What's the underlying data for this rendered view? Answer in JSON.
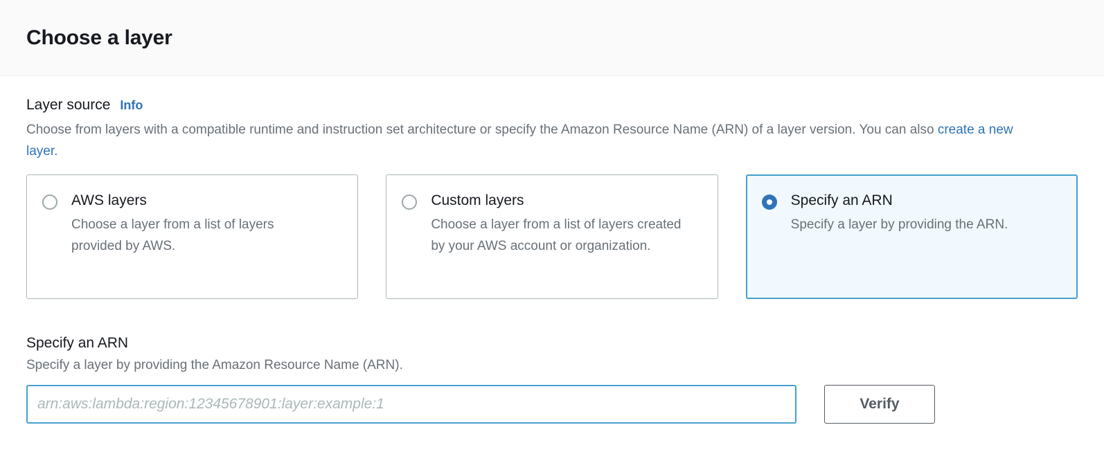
{
  "header": {
    "title": "Choose a layer"
  },
  "layer_source": {
    "label": "Layer source",
    "info_link": "Info",
    "description_part1": "Choose from layers with a compatible runtime and instruction set architecture or specify the Amazon Resource Name (ARN) of a layer version. You can also ",
    "description_link": "create a new layer",
    "description_part2": ".",
    "options": [
      {
        "title": "AWS layers",
        "description": "Choose a layer from a list of layers provided by AWS.",
        "selected": false
      },
      {
        "title": "Custom layers",
        "description": "Choose a layer from a list of layers created by your AWS account or organization.",
        "selected": false
      },
      {
        "title": "Specify an ARN",
        "description": "Specify a layer by providing the ARN.",
        "selected": true
      }
    ]
  },
  "arn_section": {
    "heading": "Specify an ARN",
    "subtext": "Specify a layer by providing the Amazon Resource Name (ARN).",
    "input_value": "",
    "input_placeholder": "arn:aws:lambda:region:12345678901:layer:example:1",
    "verify_label": "Verify"
  },
  "colors": {
    "link_blue": "#2e73b8",
    "selected_border": "#44a0cc",
    "selected_background": "#f1f8fe",
    "card_border": "#aab7b8",
    "muted_text": "#687078",
    "button_border": "#545b64",
    "header_background": "#fafafa"
  }
}
